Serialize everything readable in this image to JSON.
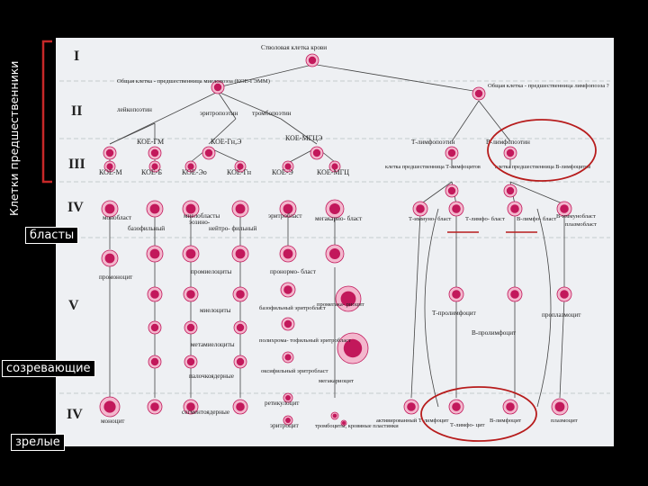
{
  "side": {
    "vertical_label": "Клетки предшественники",
    "blasts": "бласты",
    "maturing": "созревающие",
    "mature": "зрелые"
  },
  "classes": [
    "I",
    "II",
    "III",
    "IV",
    "V",
    "IV"
  ],
  "labels": {
    "stem": "Стволовая клетка крови",
    "myelo_common": "Общая клетка - предшественница миелопоэза (КОЕ-ГЭММ)",
    "lympho_common": "Общая клетка - предшественница лимфопоэза ?",
    "leukopoiesis": "лейкопоэтин",
    "erythropoietin": "эритропоэтин",
    "thrombopoietin": "тромбопоэтин",
    "koe_gm": "КОЕ-ГМ",
    "koe_gmeo": "КОЕ-Гн,Э",
    "koe_megce": "КОЕ-МГЦЭ",
    "t_lymphopoietin": "Т-лимфопоэтин",
    "b_lymphopoietin": "В-лимфопоэтин",
    "koe_m": "КОЕ-М",
    "koe_b": "КОЕ-Б",
    "koe_eo": "КОЕ-Эо",
    "koe_gn": "КОЕ-Гн",
    "koe_e": "КОЕ-Э",
    "koe_mgc": "КОЕ-МГЦ",
    "t_precursor": "клетка предшественница Т-лимфоцитов",
    "b_precursor": "клетка предшественница В-лимфоцитов",
    "monoblast": "монобласт",
    "myeloblasts": "миелобласты",
    "eosino": "эозино-",
    "baso_phil": "базофильный",
    "neutro_phil": "нейтро- фильный",
    "erythroblast": "эритробласт",
    "megakaryoblast": "мегакарио- бласт",
    "t_immunoblast": "Т-иммуно- бласт",
    "t_lymphoblast": "Т-лимфо- бласт",
    "b_lymphoblast": "В-лимфо- бласт",
    "b_immunoblast": "В-иммунобласт",
    "plasmoblast": "плазмобласт",
    "promonocyte": "промоноцит",
    "promyelocytes": "промиелоциты",
    "pronormoblast": "пронормо- бласт",
    "myelocytes": "миелоциты",
    "basophilic_erythroblast": "базофильный эритробласт",
    "promegakaryocyte": "промегака- риоцит",
    "t_prolymphocyte": "Т-пролимфоцит",
    "proplasmocyte": "проплазмоцит",
    "b_prolymphocyte": "В-пролимфоцит",
    "metamyelocytes": "метамиелоциты",
    "polychromatophilic": "полихрома- тофильный эритробласт",
    "rod_nuclear": "палочкоядерные",
    "oxyphilic": "оксифильный эритробласт",
    "megakaryocyte": "мегакариоцит",
    "reticulocyte": "ретикулоцит",
    "monocyte": "моноцит",
    "segmented": "сегментоядерные",
    "erythrocyte": "эритроцит",
    "platelets": "тромбоциты, кровяные пластинки",
    "activated_t": "активированный Т-лимфоцит",
    "t_lymphocyte": "Т-лимфо- цит",
    "b_lymphocyte": "В-лимфоцит",
    "plasmocyte": "плазмоцит"
  },
  "colors": {
    "cell_main": "#c2185b",
    "cell_light": "#f3b7cd",
    "highlight_ring": "#b71c1c",
    "panel_bg": "#eef0f3"
  }
}
